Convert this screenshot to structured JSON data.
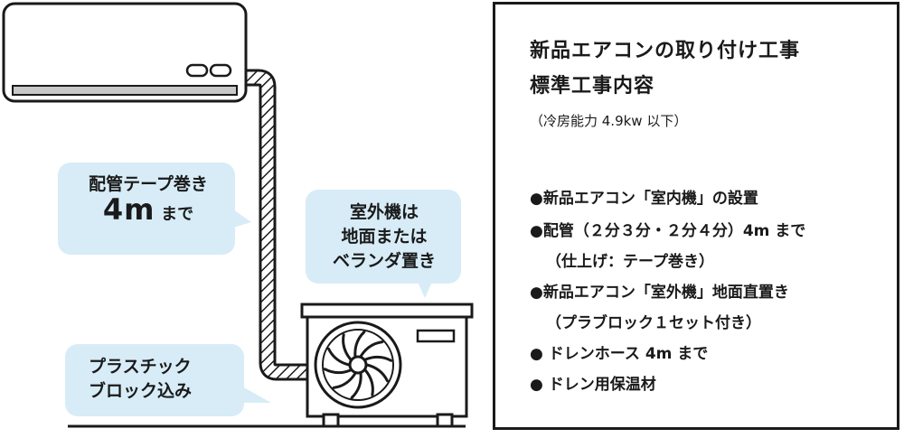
{
  "bubbles": {
    "tape_line1": "配管テープ巻き",
    "tape_length": "4m",
    "tape_suffix": "まで",
    "outdoor_line1": "室外機は",
    "outdoor_line2": "地面または",
    "outdoor_line3": "ベランダ置き",
    "block_line1": "プラスチック",
    "block_line2": "ブロック込み"
  },
  "panel": {
    "title_line1": "新品エアコンの取り付け工事",
    "title_line2": "標準工事内容",
    "subtitle": "（冷房能力 4.9kw 以下）",
    "items": [
      "●新品エアコン「室内機」の設置",
      "●配管（２分３分・２分４分）4m まで",
      "（仕上げ：テープ巻き）",
      "●新品エアコン「室外機」地面直置き",
      "（プラブロック１セット付き）",
      "●  ドレンホース 4m まで",
      "●  ドレン用保温材"
    ]
  },
  "colors": {
    "bubble": "#d7ecf7",
    "outline": "#1a1a1a",
    "unit_body": "#ffffff",
    "panel_border": "#1a1a1a"
  }
}
